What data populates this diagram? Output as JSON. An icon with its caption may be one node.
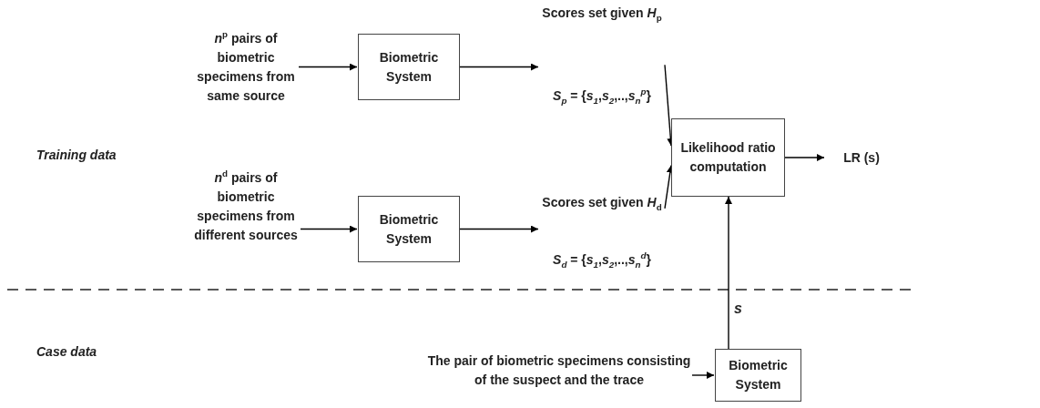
{
  "diagram": {
    "nodes": [
      {
        "text": [
          "*n*$^{p}$ pairs of biometric specimens from same source"
        ]
      },
      {
        "text": [
          "Biometric System"
        ]
      },
      {
        "text": [
          "Scores set given *H*$_{p}$",
          "*S*$_{p}$ = {*s*$_{1}$,*s*$_{2}$,..,*s*$_{n}$$^{p}$}"
        ]
      },
      {
        "text": [
          "*n*$^{d}$ pairs of biometric specimens from different sources"
        ]
      },
      {
        "text": [
          "Biometric System"
        ]
      },
      {
        "text": [
          "Scores set given *H*$_{d}$",
          "*S*$_{d}$ = {*s*$_{1}$,*s*$_{2}$,..,*s*$_{n}$$^{d}$}"
        ]
      },
      {
        "text": [
          "Likelihood ratio computation"
        ]
      },
      {
        "text": [
          "LR (s)"
        ]
      },
      {
        "text": [
          "The pair of biometric specimens consisting of the suspect and the trace"
        ]
      },
      {
        "text": [
          "Biometric System"
        ]
      }
    ],
    "edges": [
      {
        "from": 0,
        "to": 1,
        "arrow": "to"
      },
      {
        "from": 1,
        "to": 2,
        "arrow": "to"
      },
      {
        "from": 2,
        "to": 6,
        "arrow": "to"
      },
      {
        "from": 3,
        "to": 4,
        "arrow": "to"
      },
      {
        "from": 4,
        "to": 5,
        "arrow": "to"
      },
      {
        "from": 5,
        "to": 6,
        "arrow": "to"
      },
      {
        "from": 6,
        "to": 7,
        "arrow": "to"
      },
      {
        "from": 8,
        "to": 9,
        "arrow": "to"
      },
      {
        "from": 9,
        "to": 6,
        "arrow": "to",
        "label": "s"
      }
    ],
    "labels": [
      "Training data",
      "Case data"
    ]
  }
}
